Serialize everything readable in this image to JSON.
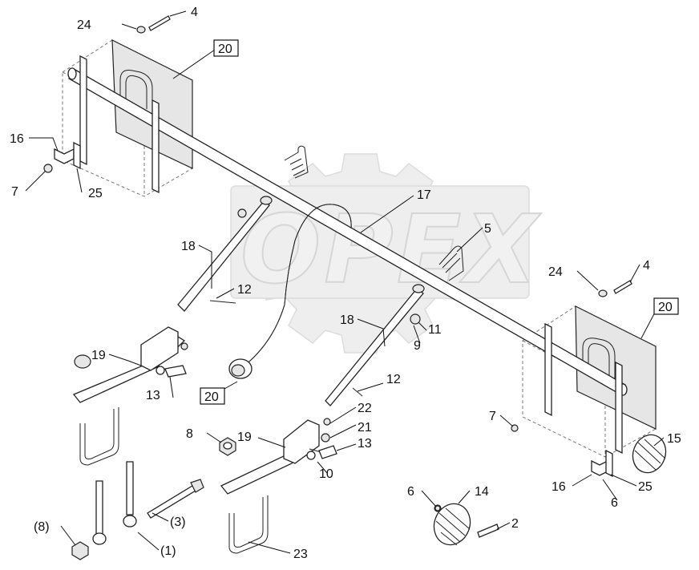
{
  "watermark": {
    "text": "OPEX"
  },
  "callouts": {
    "c24a": "24",
    "c4a": "4",
    "c20a": "20",
    "c16a": "16",
    "c7a": "7",
    "c25a": "25",
    "c17": "17",
    "c5": "5",
    "c18a": "18",
    "c12a": "12",
    "c11": "11",
    "c9": "9",
    "c18b": "18",
    "c24b": "24",
    "c4b": "4",
    "c20b": "20",
    "c19a": "19",
    "c13a": "13",
    "c20c": "20",
    "c12b": "12",
    "c22": "22",
    "c21": "21",
    "c8": "8",
    "c19b": "19",
    "c13b": "13",
    "c10": "10",
    "c7b": "7",
    "c15": "15",
    "c16b": "16",
    "c25b": "25",
    "c6a": "6",
    "c3": "(3)",
    "c14": "14",
    "c2": "2",
    "c6b": "6",
    "c8b": "(8)",
    "c1": "(1)",
    "c23": "23"
  }
}
